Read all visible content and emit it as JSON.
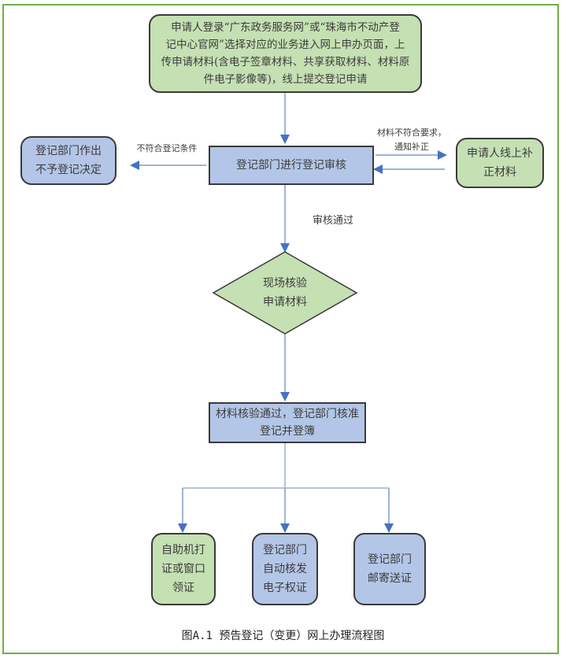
{
  "diagram": {
    "nodes": {
      "start": "申请人登录“广东政务服务网”或“珠海市不动产登记中心官网”选择对应的业务进入网上申办页面，上传申请材料(含电子签章材料、共享获取材料、材料原件电子影像等)，线上提交登记申请",
      "start_lines": [
        "申请人登录“广东政务服务网”或“珠海市不动产登",
        "记中心官网”选择对应的业务进入网上申办页面，上",
        "传申请材料(含电子签章材料、共享获取材料、材料原",
        "件电子影像等)，线上提交登记申请"
      ],
      "review": "登记部门进行登记审核",
      "reject_lines": [
        "登记部门作出",
        "不予登记决定"
      ],
      "supplement_lines": [
        "申请人线上补",
        "正材料"
      ],
      "verify_lines": [
        "现场核验",
        "申请材料"
      ],
      "approve_lines": [
        "材料核验通过，登记部门核准",
        "登记并登簿"
      ],
      "out1_lines": [
        "自助机打",
        "证或窗口",
        "领证"
      ],
      "out2_lines": [
        "登记部门",
        "自动核发",
        "电子权证"
      ],
      "out3_lines": [
        "登记部门",
        "邮寄送证"
      ]
    },
    "edge_labels": {
      "not_eligible": "不符合登记条件",
      "materials_invalid_1": "材料不符合要求，",
      "materials_invalid_2": "通知补正",
      "review_passed": "审核通过"
    },
    "caption": "图A.1 预告登记（变更）网上办理流程图",
    "colors": {
      "green_fill": "#c5e0b3",
      "blue_fill": "#b4c6e7",
      "arrow": "#4472c4",
      "frame": "#70ad47"
    }
  }
}
